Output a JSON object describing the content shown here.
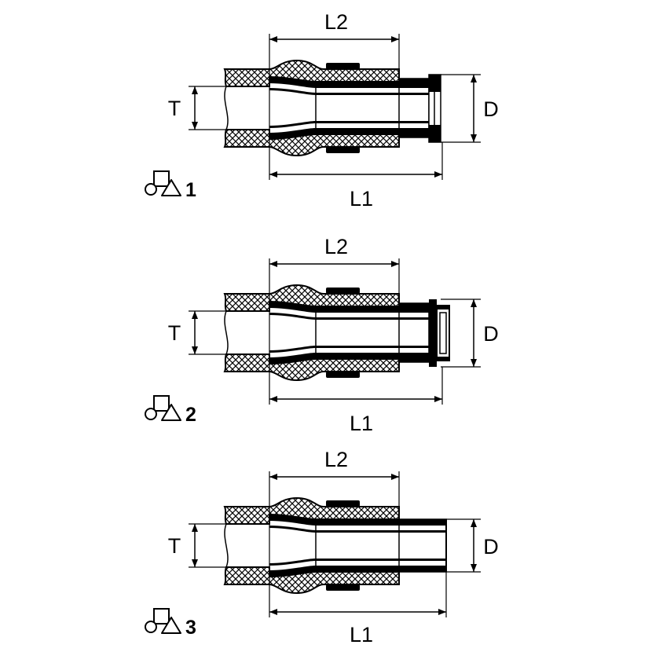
{
  "diagrams": [
    {
      "number": "1",
      "icon": "circle-square-triangle-icon",
      "labels": {
        "l2": "L2",
        "t": "T",
        "d": "D",
        "l1": "L1"
      }
    },
    {
      "number": "2",
      "icon": "circle-square-triangle-icon",
      "labels": {
        "l2": "L2",
        "t": "T",
        "d": "D",
        "l1": "L1"
      }
    },
    {
      "number": "3",
      "icon": "circle-square-triangle-icon",
      "labels": {
        "l2": "L2",
        "t": "T",
        "d": "D",
        "l1": "L1"
      }
    }
  ]
}
